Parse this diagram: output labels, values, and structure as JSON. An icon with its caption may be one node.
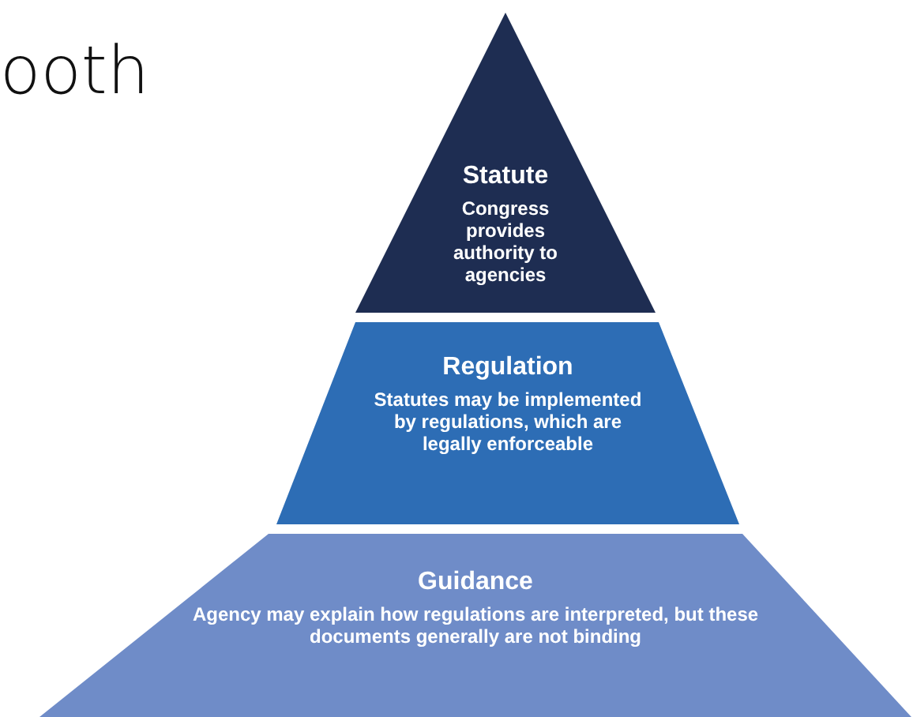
{
  "diagram": {
    "nodes": [
      {
        "text": [
          "Statute",
          "Congress provides authority to agencies"
        ]
      },
      {
        "text": [
          "Regulation",
          "Statutes may be implemented by regulations, which are legally enforceable"
        ]
      },
      {
        "text": [
          "Guidance",
          "Agency may explain how regulations are interpreted, but these documents generally are not binding"
        ]
      }
    ],
    "labels": [
      "ooth"
    ]
  }
}
